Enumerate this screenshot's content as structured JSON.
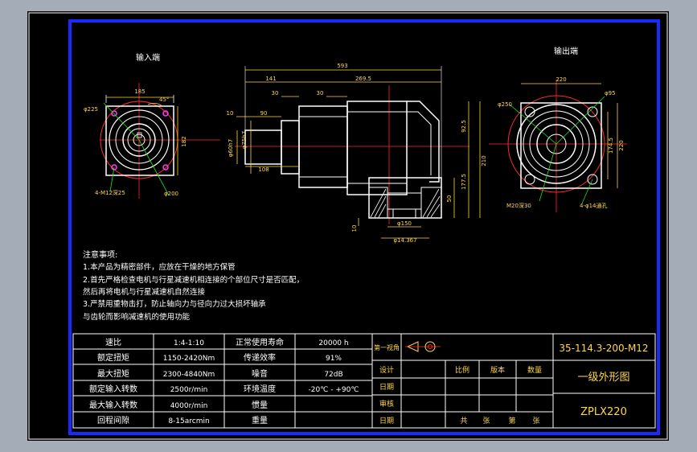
{
  "drawing": {
    "input_label": "输入端",
    "output_label": "输出端",
    "dims_input": {
      "w": "185",
      "ang": "45°",
      "pcd": "φ225",
      "h": "182",
      "bolt": "4-M12深25",
      "flange": "φ200"
    },
    "dims_side": {
      "total": "593",
      "a": "141",
      "b": "269.5",
      "c": "30",
      "d": "30",
      "e": "10",
      "f": "90",
      "g": "108",
      "shaft_d": "φ60h7",
      "spig_d": "φ75h7",
      "h1": "92.5",
      "h2": "177.5",
      "h3": "210",
      "h4": "50",
      "h5": "10",
      "bot1": "φ150",
      "bot2": "φ14.367"
    },
    "dims_output": {
      "w": "220",
      "d1": "φ250",
      "d2": "φ95",
      "h1": "174.5",
      "h2": "220",
      "bolt": "M20深30",
      "holes": "4-φ14通孔"
    }
  },
  "notes": {
    "title": "注意事项:",
    "lines": [
      "1.本产品为精密部件，应放在干燥的地方保管",
      "2.首先严格检查电机与行星减速机相连接的个部位尺寸是否匹配，",
      "然后再将电机与行星减速机自然连接",
      "3.严禁用重物击打，防止轴向力与径向力过大损坏轴承",
      "与齿轮而影响减速机的使用功能"
    ]
  },
  "spec_table": {
    "rows": [
      [
        "速比",
        "1:4-1:10",
        "正常使用寿命",
        "20000 h"
      ],
      [
        "额定扭矩",
        "1150-2420Nm",
        "传递效率",
        "91%"
      ],
      [
        "最大扭矩",
        "2300-4840Nm",
        "噪音",
        "72dB"
      ],
      [
        "额定输入转数",
        "2500r/min",
        "环境温度",
        "-20℃ - +90℃"
      ],
      [
        "最大输入转数",
        "4000r/min",
        "惯量",
        ""
      ],
      [
        "回程间隙",
        "8-15arcmin",
        "重量",
        ""
      ]
    ]
  },
  "title_block": {
    "projection": "第一视角",
    "code": "35-114.3-200-M12",
    "design": "设计",
    "date1": "日期",
    "review": "审核",
    "date2": "日期",
    "scale": "比例",
    "version": "版本",
    "qty": "数量",
    "name": "一级外形图",
    "total": "共",
    "sheet": "张",
    "num": "第",
    "page": "张",
    "model": "ZPLX220"
  },
  "colors": {
    "background": "#a4acb7",
    "sheet": "#000000",
    "border": "#1a2aff",
    "lines": "#ffffff",
    "dim": "#ffd84a",
    "red": "#ff2b2b",
    "green": "#1ee01e",
    "magenta": "#ff3cff",
    "cyan": "#33ddff"
  }
}
